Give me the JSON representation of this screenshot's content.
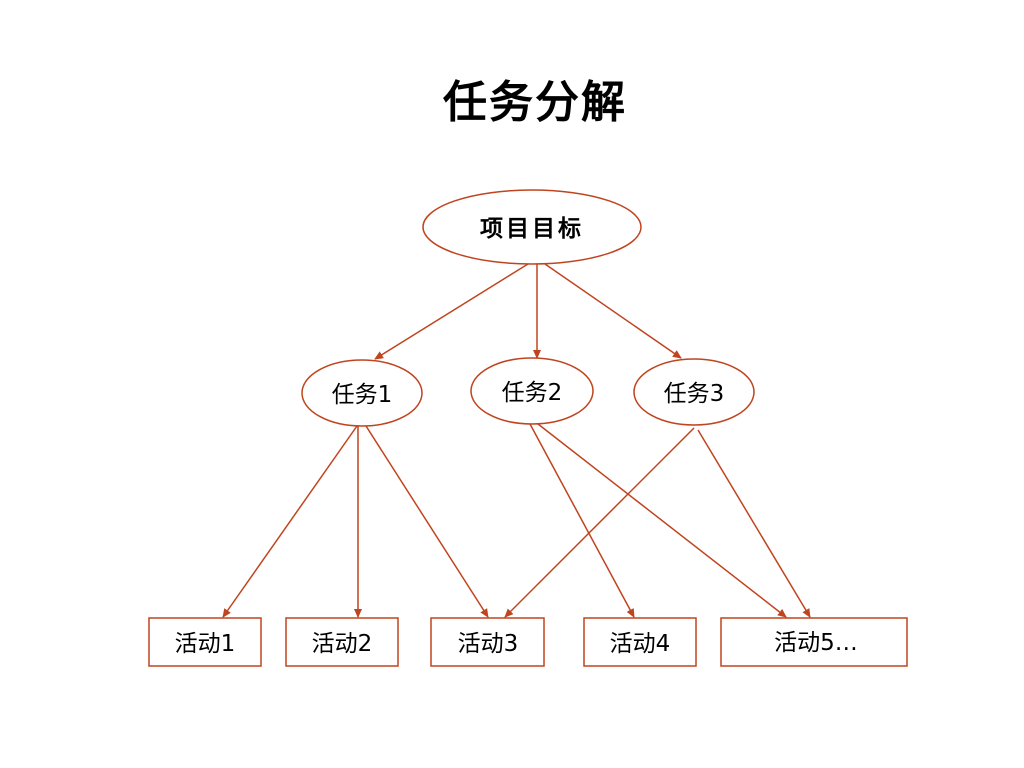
{
  "title": "任务分解",
  "colors": {
    "stroke": "#c0441e",
    "text": "#000000",
    "background": "#ffffff"
  },
  "nodes": {
    "goal": "项目目标",
    "task1": "任务1",
    "task2": "任务2",
    "task3": "任务3",
    "activity1": "活动1",
    "activity2": "活动2",
    "activity3": "活动3",
    "activity4": "活动4",
    "activity5": "活动5…"
  },
  "edges": [
    [
      "goal",
      "task1"
    ],
    [
      "goal",
      "task2"
    ],
    [
      "goal",
      "task3"
    ],
    [
      "task1",
      "activity1"
    ],
    [
      "task1",
      "activity2"
    ],
    [
      "task1",
      "activity3"
    ],
    [
      "task2",
      "activity4"
    ],
    [
      "task2",
      "activity5"
    ],
    [
      "task3",
      "activity3"
    ],
    [
      "task3",
      "activity5"
    ]
  ]
}
